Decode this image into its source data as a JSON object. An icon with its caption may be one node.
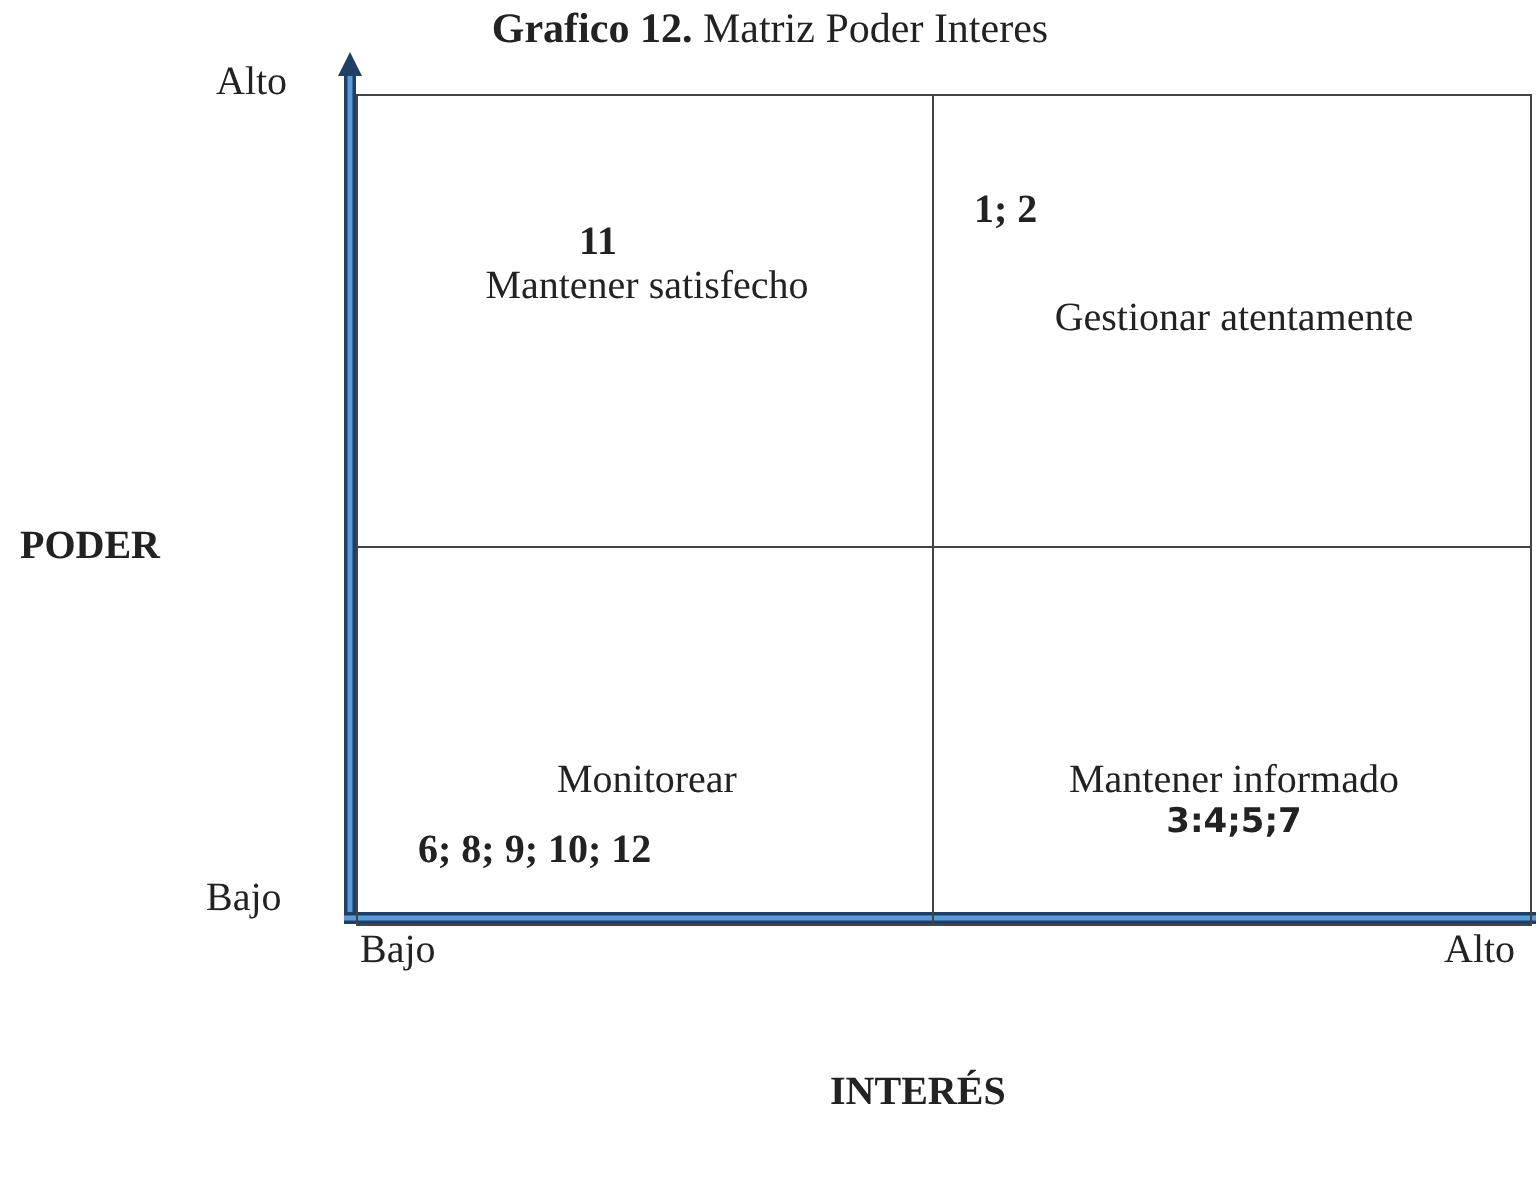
{
  "diagram": {
    "title": "**Grafico 12.** Matriz Poder Interes",
    "nodes": [
      {
        "text": [
          "11",
          "Mantener satisfecho"
        ]
      },
      {
        "text": [
          "1; 2",
          "Gestionar atentamente"
        ]
      },
      {
        "text": [
          "Monitorear",
          "6; 8; 9; 10; 12"
        ]
      },
      {
        "text": [
          "Mantener informado",
          "3:4;5;7"
        ]
      }
    ],
    "edges": [],
    "labels": [
      "Alto",
      "PODER",
      "Bajo",
      "Bajo",
      "Alto",
      "INTERÉS"
    ]
  }
}
